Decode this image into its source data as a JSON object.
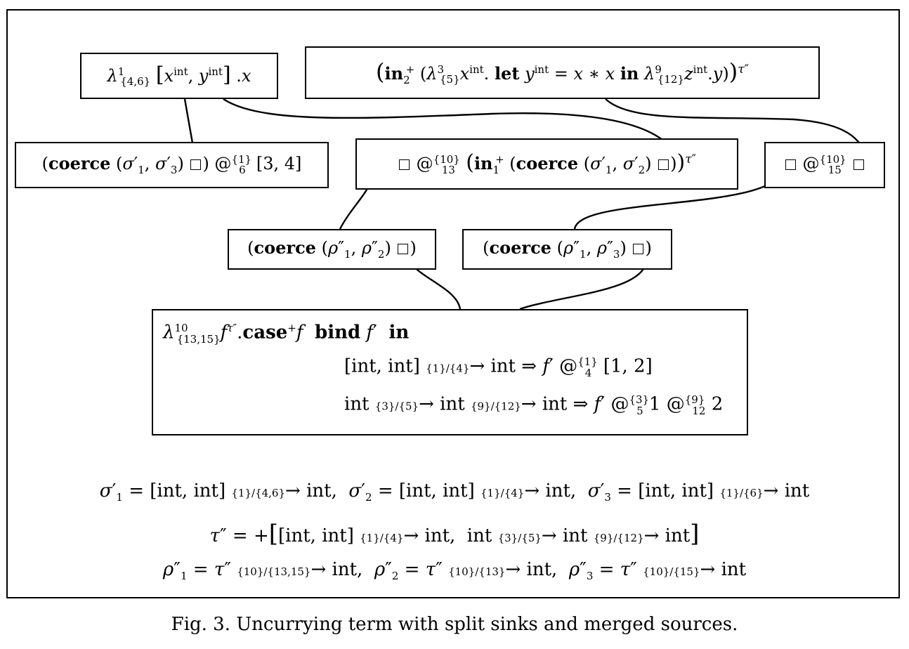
{
  "boxes": {
    "lambda1": "λ¹{4,6} [xⁱⁿᵗ, yⁱⁿᵗ] .x",
    "in2": "(in₂⁺ (λ³{5} xⁱⁿᵗ. let yⁱⁿᵗ = x ∗ x in λ⁹{12} zⁱⁿᵗ.y))^τ″",
    "coerce_s1_s3": {
      "pre": "(coerce (σ′₁, σ′₃)",
      "post": ") @{1}₆ [3, 4]"
    },
    "app13": {
      "pre": "@{10}₁₃ (in₁⁺ (coerce (σ′₁, σ′₂)",
      "post": "))^τ″"
    },
    "app15": "@{10}₁₅",
    "coerce_r1_r2": {
      "pre": "(coerce (ρ″₁, ρ″₂)",
      "post": ")"
    },
    "coerce_r1_r3": {
      "pre": "(coerce (ρ″₁, ρ″₃)",
      "post": ")"
    },
    "case": [
      "λ¹⁰{13,15} f^τ″ .case⁺ f bind f′ in",
      "[int, int] —{1}/{4}→ int ⇒ f′ @{1}₄ [1, 2]",
      "int —{3}/{5}→ int —{9}/{12}→ int ⇒ f′ @{3}₅ 1 @{9}₁₂ 2"
    ]
  },
  "definitions": [
    "σ′₁ = [int, int] —{1}/{4,6}→ int, σ′₂ = [int, int] —{1}/{4}→ int, σ′₃ = [int, int] —{1}/{6}→ int",
    "τ″ = +[[int, int] —{1}/{4}→ int, int —{3}/{5}→ int —{9}/{12}→ int]",
    "ρ″₁ = τ″ —{10}/{13,15}→ int, ρ″₂ = τ″ —{10}/{13}→ int, ρ″₃ = τ″ —{10}/{15}→ int"
  ],
  "caption": "Fig. 3.  Uncurrying term with split sinks and merged sources."
}
